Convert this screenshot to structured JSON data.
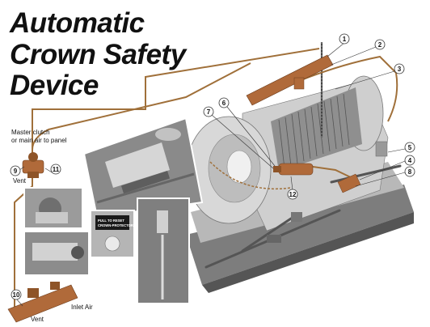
{
  "title": {
    "line1": "Automatic",
    "line2": "Crown Safety",
    "line3": "Device"
  },
  "labels": {
    "master_clutch_line1": "Master clutch",
    "master_clutch_line2": "or main air to panel",
    "vent_left": "Vent",
    "inlet_air": "Inlet Air",
    "vent_bottom": "Vent"
  },
  "reset_plate": {
    "line1": "PULL TO RESET",
    "line2": "CROWN-PROTECTOR"
  },
  "callouts": [
    "1",
    "2",
    "3",
    "4",
    "5",
    "6",
    "7",
    "8",
    "9",
    "10",
    "11",
    "12"
  ],
  "colors": {
    "air_line": "#a0703a",
    "component": "#b06a3a",
    "machine": "#c9c9c9",
    "machine_dark": "#8a8a8a"
  }
}
